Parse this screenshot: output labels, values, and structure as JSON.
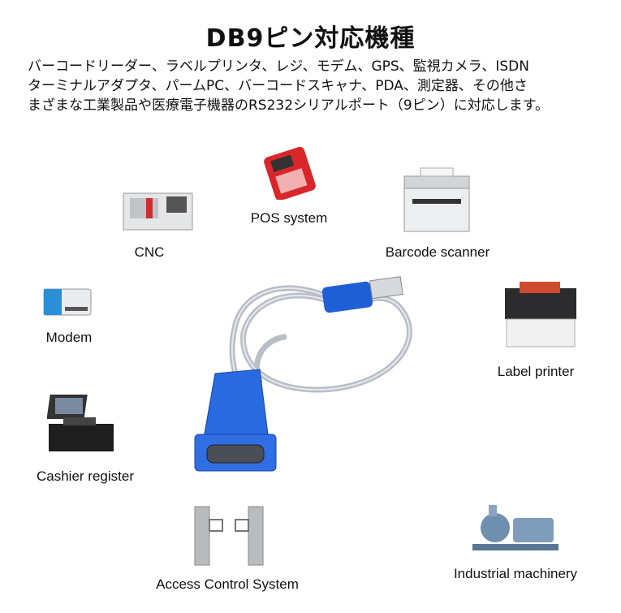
{
  "title": "DB9ピン対応機種",
  "description": "バーコードリーダー、ラベルプリンタ、レジ、モデム、GPS、監視カメラ、ISDN\nターミナルアダプタ、パームPC、バーコードスキャナ、PDA、測定器、その他さ\nまざまな工業製品や医療電子機器のRS232シリアルポート（9ピン）に対応します。",
  "devices": {
    "pos": "POS system",
    "cnc": "CNC",
    "barcode": "Barcode scanner",
    "modem": "Modem",
    "label_printer": "Label printer",
    "cashier": "Cashier register",
    "access": "Access Control System",
    "industrial": "Industrial machinery"
  },
  "colors": {
    "connector_blue": "#1f5fd6",
    "cable": "#c8ccd2"
  }
}
